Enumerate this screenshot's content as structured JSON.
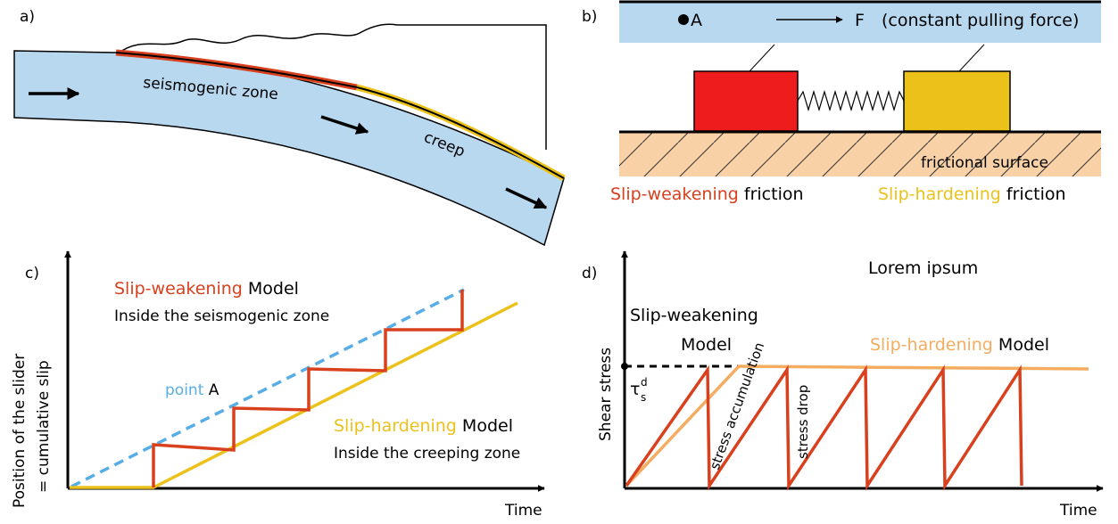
{
  "colors": {
    "plate": "#b8d8f0",
    "weakening": "#d8401e",
    "hardening": "#ecc21a",
    "hardening_d": "#f4ad60",
    "point_a": "#57aee6",
    "ground": "#f9d1a6"
  },
  "panel_a": {
    "label": "a)",
    "seismogenic_label": "seismogenic zone",
    "creep_label": "creep"
  },
  "panel_b": {
    "label": "b)",
    "point": "A",
    "force": "F",
    "force_desc": "(constant pulling force)",
    "surface": "frictional surface",
    "weak_colored": "Slip-weakening",
    "weak_rest": "friction",
    "hard_colored": "Slip-hardening",
    "hard_rest": "friction"
  },
  "panel_c": {
    "label": "c)",
    "ylabel_1": "Position of the slider",
    "ylabel_2": "= cumulative slip",
    "xlabel": "Time",
    "weak_colored": "Slip-weakening",
    "weak_rest": "Model",
    "weak_sub": "Inside the seismogenic zone",
    "point_colored": "point",
    "point_rest": "A",
    "hard_colored": "Slip-hardening",
    "hard_rest": "Model",
    "hard_sub": "Inside the creeping zone"
  },
  "panel_d": {
    "label": "d)",
    "title": "Lorem ipsum",
    "ylabel": "Shear stress",
    "xlabel": "Time",
    "weak_colored": "Slip-weakening",
    "weak_rest": "Model",
    "hard_colored": "Slip-hardening",
    "hard_rest": "Model",
    "tau": "τ",
    "tau_sup": "d",
    "tau_sub": "s",
    "accumulation": "stress accumulation",
    "drop": "stress drop"
  }
}
